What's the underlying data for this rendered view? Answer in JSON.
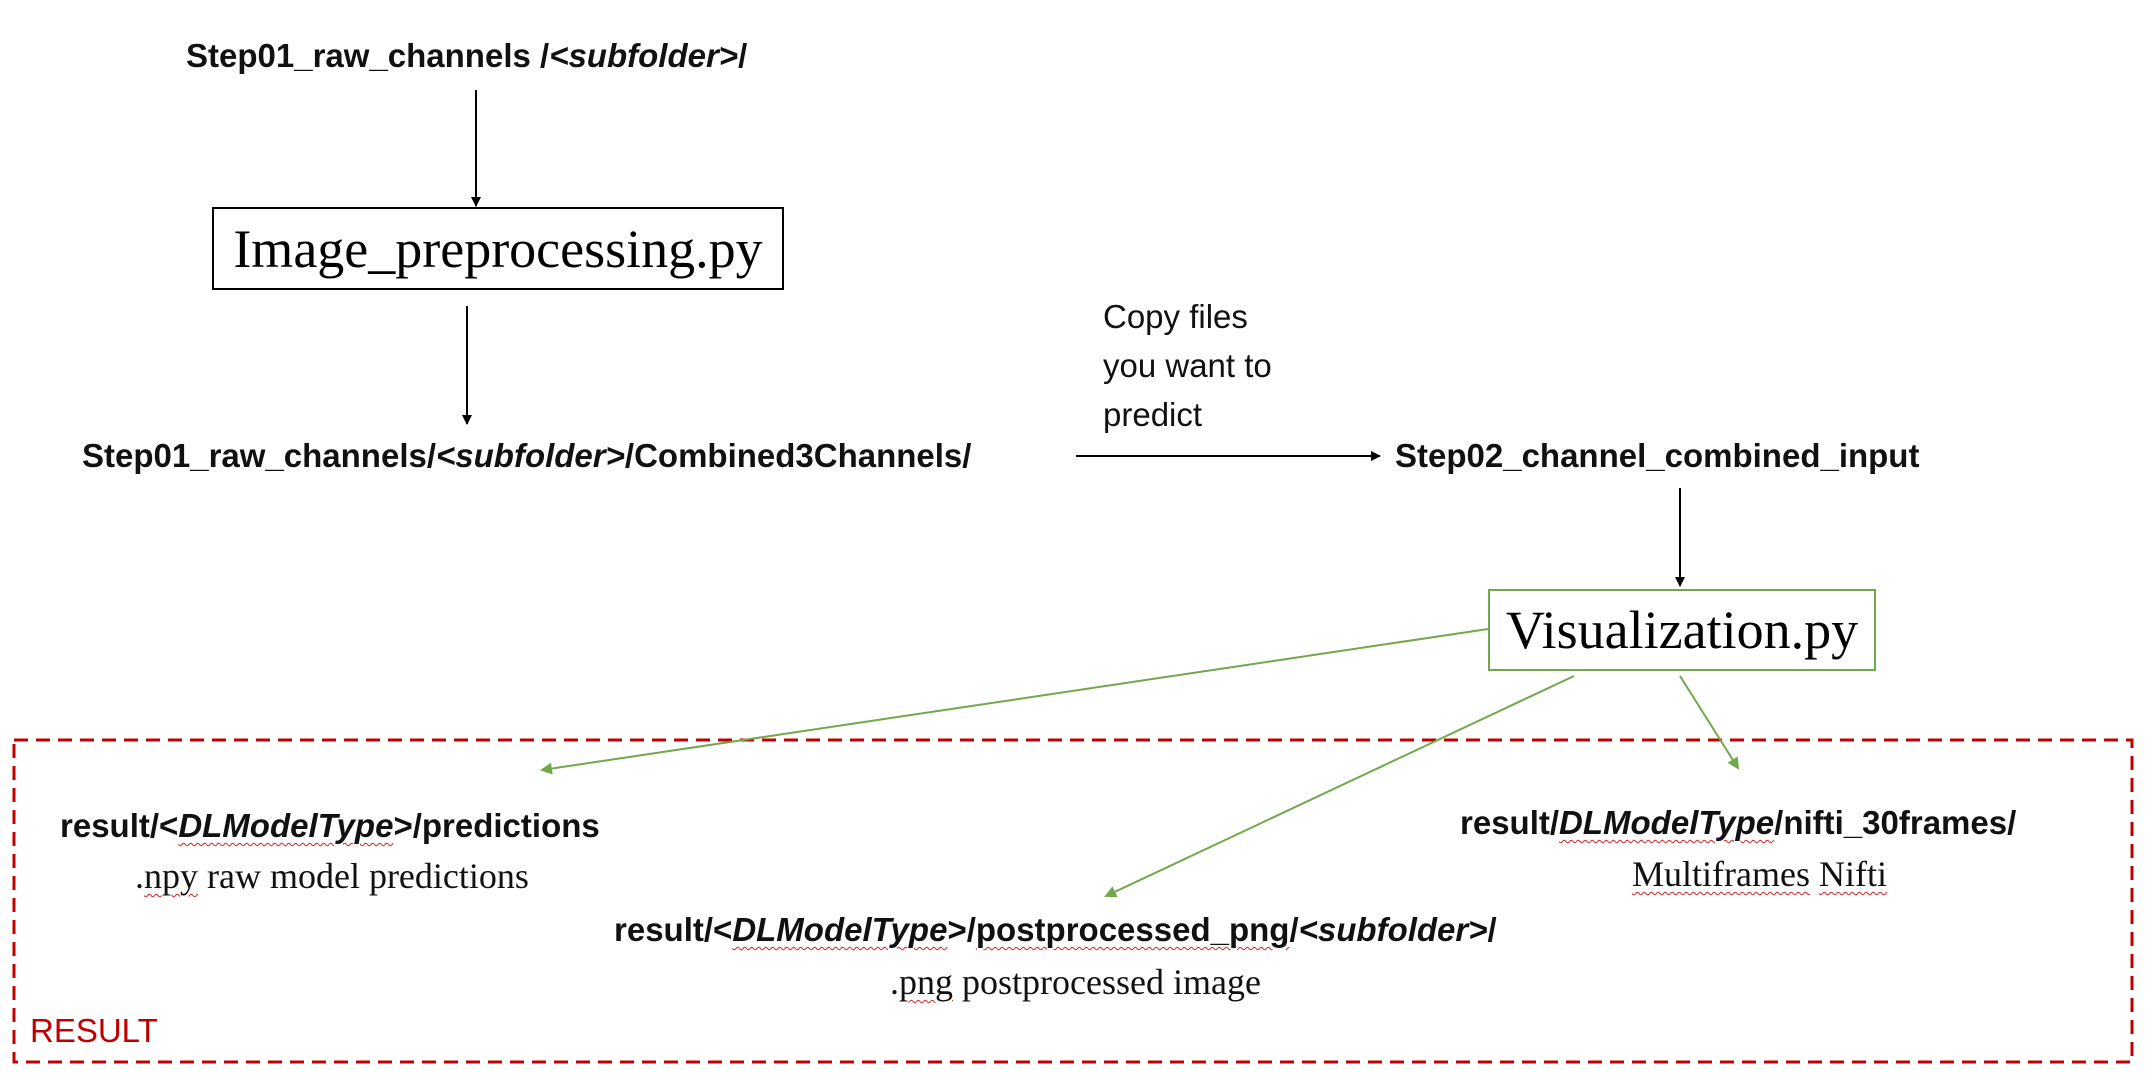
{
  "nodes": {
    "raw_channels": {
      "name": "Step01_raw_channels /",
      "sub": "<subfolder>",
      "tail": "/"
    },
    "preprocessing": {
      "label": "Image_preprocessing.py"
    },
    "combined_channels": {
      "name": "Step01_raw_channels/",
      "sub": "<subfolder>",
      "tail": "/Combined3Channels/"
    },
    "copy_note": {
      "line1": "Copy files",
      "line2": "you want to",
      "line3": "predict"
    },
    "combined_input": {
      "label": "Step02_channel_combined_input"
    },
    "visualization": {
      "label": "Visualization.py"
    }
  },
  "result": {
    "title": "RESULT",
    "predictions": {
      "pre": "result/<",
      "model": "DLModelType",
      "post": ">/predictions",
      "desc_a": ".",
      "desc_b": "npy",
      "desc_c": " raw model predictions"
    },
    "postprocessed": {
      "pre": "result/<",
      "model": "DLModelType",
      "mid": ">/",
      "folder": "postprocessed_png",
      "mid2": "/",
      "sub": "<subfolder>",
      "tail": "/",
      "desc_a": ".",
      "desc_b": "png",
      "desc_c": " postprocessed image"
    },
    "nifti": {
      "pre": "result/",
      "model": "DLModelType",
      "post": "/nifti_30frames/",
      "desc_a": "Multiframes",
      "desc_b": " ",
      "desc_c": "Nifti"
    }
  },
  "colors": {
    "black": "#000000",
    "green": "#70a84b",
    "red": "#c00000"
  }
}
